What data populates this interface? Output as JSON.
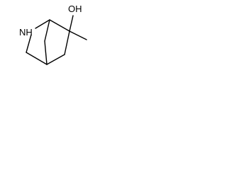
{
  "molecule": {
    "atoms": {
      "nh": {
        "label": "NH"
      },
      "oh": {
        "label": "OH"
      }
    },
    "bonds": [
      {
        "id": "bridgehead-c1-to-n"
      },
      {
        "id": "n-to-c3"
      },
      {
        "id": "c3-to-bridgehead-c4"
      },
      {
        "id": "c4-to-c5"
      },
      {
        "id": "c5-to-c6"
      },
      {
        "id": "c6-to-c1"
      },
      {
        "id": "c1-to-bridge-c7"
      },
      {
        "id": "c4-to-bridge-c7"
      },
      {
        "id": "c6-to-oh"
      },
      {
        "id": "c6-to-methyl"
      }
    ]
  }
}
